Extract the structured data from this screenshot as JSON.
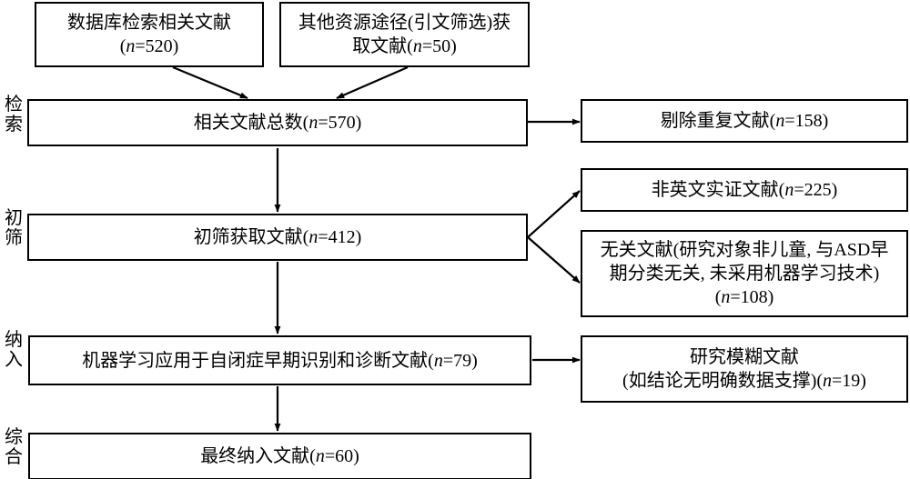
{
  "diagram": {
    "type": "prisma-flowchart",
    "title": "",
    "stage_labels": [
      {
        "id": "stage-identification",
        "text": "检\n索"
      },
      {
        "id": "stage-screening",
        "text": "初\n筛"
      },
      {
        "id": "stage-eligibility",
        "text": "纳\n入"
      },
      {
        "id": "stage-included",
        "text": "综\n合"
      }
    ],
    "nodes": {
      "db_search": {
        "label": "数据库检索相关文献\n(n=520)",
        "n": 520
      },
      "other_sources": {
        "label": "其他资源途径(引文筛选)获\n取文献(n=50)",
        "n": 50
      },
      "total_records": {
        "label": "相关文献总数(n=570)",
        "n": 570
      },
      "duplicates_removed": {
        "label": "剔除重复文献(n=158)",
        "n": 158
      },
      "screened": {
        "label": "初筛获取文献(n=412)",
        "n": 412
      },
      "non_english": {
        "label": "非英文实证文献(n=225)",
        "n": 225
      },
      "irrelevant": {
        "label": "无关文献(研究对象非儿童, 与ASD早\n期分类无关, 未采用机器学习技术)\n(n=108)",
        "n": 108
      },
      "eligible": {
        "label": "机器学习应用于自闭症早期识别和诊断文献(n=79)",
        "n": 79
      },
      "ambiguous": {
        "label": "研究模糊文献\n(如结论无明确数据支撑)(n=19)",
        "n": 19
      },
      "final_included": {
        "label": "最终纳入文献(n=60)",
        "n": 60
      }
    },
    "colors": {
      "stroke": "#000000",
      "fill": "#ffffff",
      "text": "#000000"
    }
  }
}
